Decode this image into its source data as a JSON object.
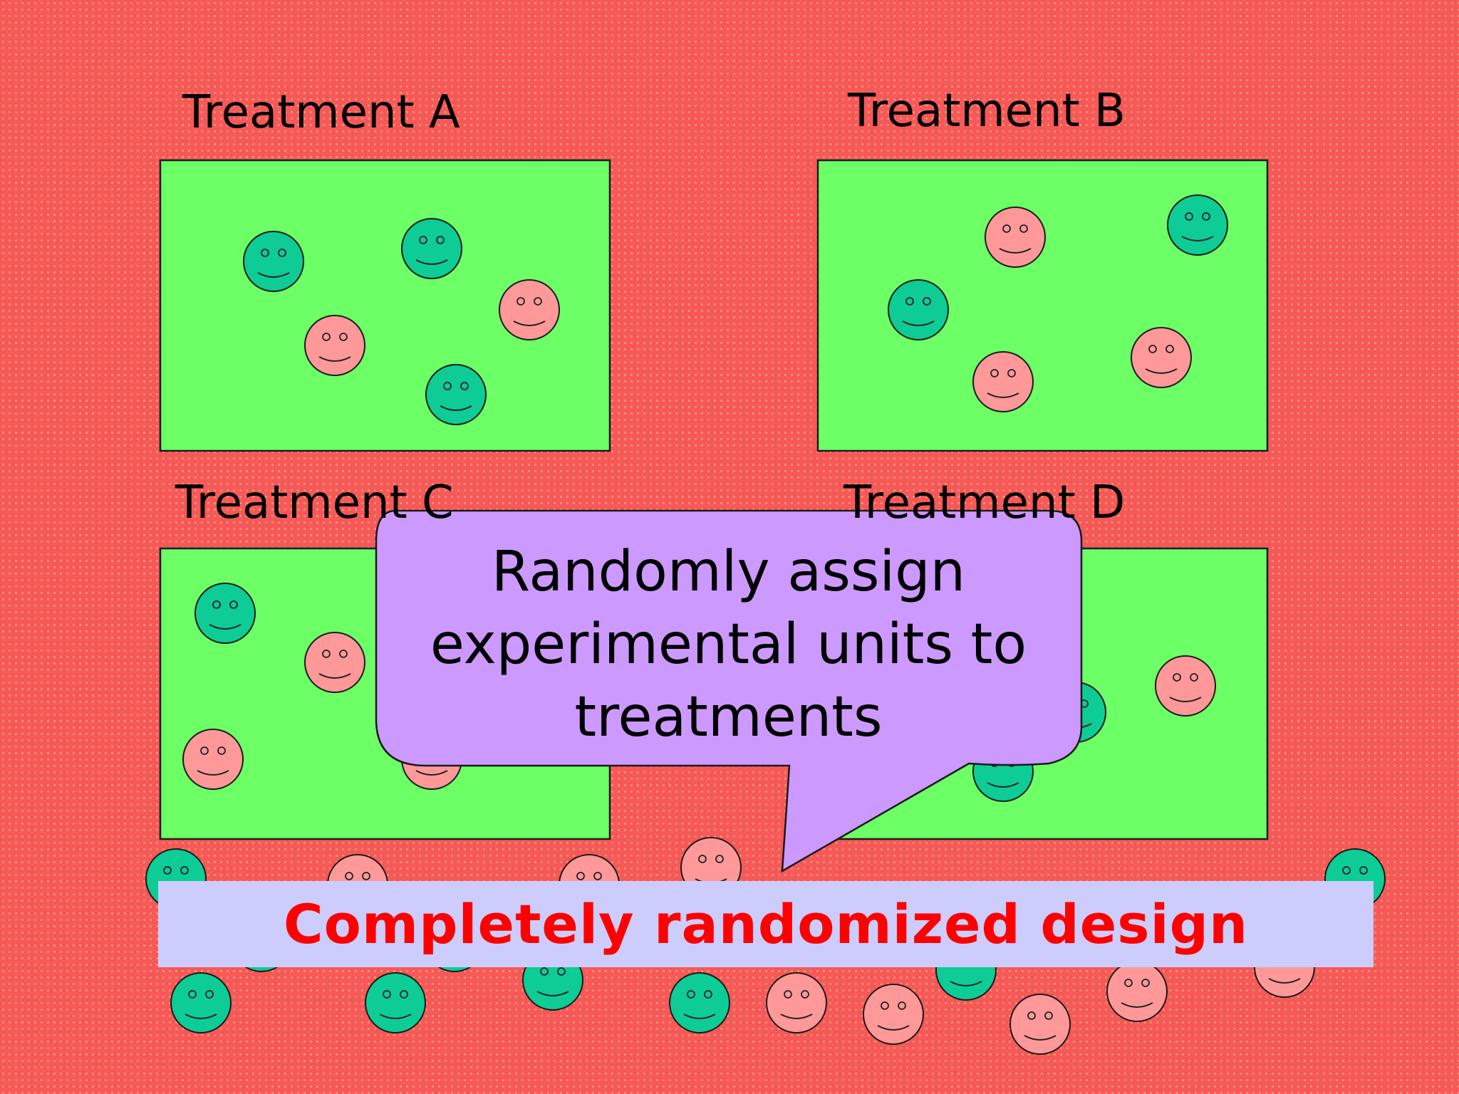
{
  "panels": [
    {
      "label": "Treatment A"
    },
    {
      "label": "Treatment B"
    },
    {
      "label": "Treatment C"
    },
    {
      "label": "Treatment D"
    }
  ],
  "callout": {
    "lines": [
      "Randomly assign",
      "experimental units to",
      "treatments"
    ]
  },
  "banner": {
    "title": "Completely randomized design"
  },
  "colors": {
    "background": "#f75858",
    "panel": "#6cff66",
    "callout": "#cc99ff",
    "banner": "#cccdfc",
    "banner_text": "#ff0000",
    "unit_green": "#0dcc95",
    "unit_pink": "#ff9999"
  }
}
